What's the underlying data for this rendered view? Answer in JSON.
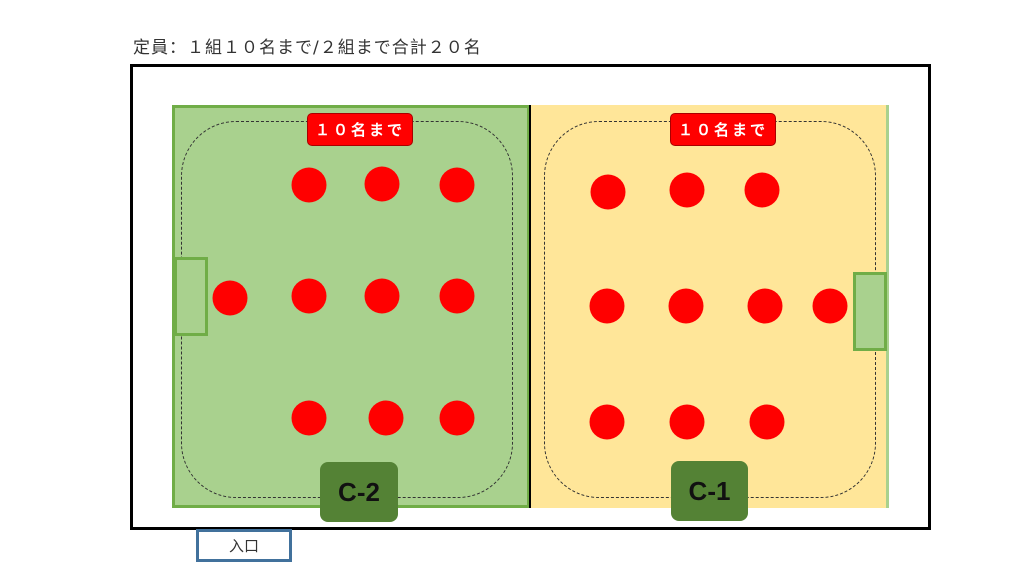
{
  "title": "定員：１組１０名まで/２組まで合計２０名",
  "courts": [
    {
      "label": "C-2",
      "capacity_badge": "１０名まで",
      "players": 10
    },
    {
      "label": "C-1",
      "capacity_badge": "１０名まで",
      "players": 10
    }
  ],
  "entrance": "入口",
  "colors": {
    "court_c2": "#a9d18e",
    "court_c1": "#ffe699",
    "player": "#ff0000",
    "label_bg": "#548235"
  }
}
